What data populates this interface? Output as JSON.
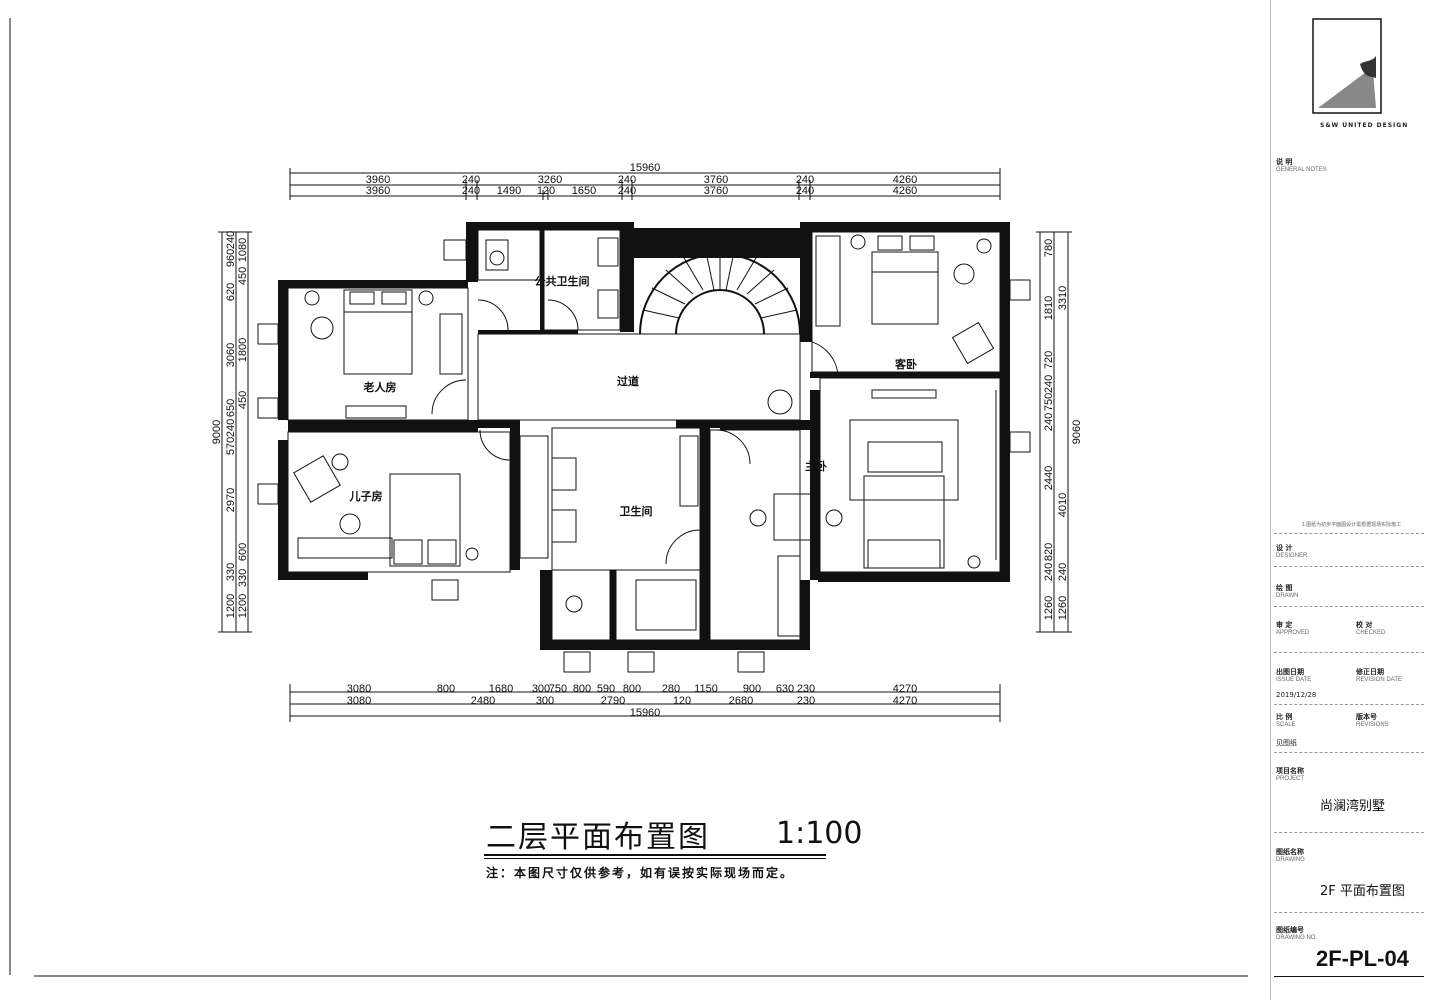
{
  "drawing": {
    "title": "二层平面布置图",
    "scale": "1:100",
    "note": "注：本图尺寸仅供参考，如有误按实际现场而定。"
  },
  "rooms": {
    "public_bath": "公共卫生间",
    "corridor": "过道",
    "guest_room": "客卧",
    "elder_room": "老人房",
    "child_room": "儿子房",
    "bathroom": "卫生间",
    "master_bedroom": "主卧"
  },
  "dimensions": {
    "top_total": "15960",
    "top_row1": [
      "3960",
      "240",
      "3260",
      "240",
      "3760",
      "240",
      "4260"
    ],
    "top_row2": [
      "3960",
      "240",
      "1490",
      "120",
      "1650",
      "240",
      "3760",
      "240",
      "4260"
    ],
    "bottom_row1": [
      "3080",
      "800",
      "1680",
      "300",
      "750",
      "800",
      "590",
      "800",
      "280",
      "1150",
      "900",
      "630",
      "230",
      "4270"
    ],
    "bottom_row2": [
      "3080",
      "2480",
      "300",
      "2790",
      "120",
      "2680",
      "230",
      "4270"
    ],
    "bottom_total": "15960",
    "left_total": "9000",
    "left_segments": [
      "240",
      "960",
      "1080",
      "620",
      "450",
      "1800",
      "3060",
      "450",
      "650",
      "240",
      "570",
      "2970",
      "330",
      "600",
      "1200",
      "330",
      "1200"
    ],
    "right_total": "9060",
    "right_segments": [
      "780",
      "1810",
      "3310",
      "720",
      "240",
      "750",
      "240",
      "2440",
      "4010",
      "820",
      "240",
      "240",
      "1260",
      "1260"
    ]
  },
  "title_block": {
    "company": "S&W UNITED DESIGN",
    "general_notes_cn": "说 明",
    "general_notes_en": "GENERAL NOTES",
    "small_note": "1.图纸为初步平面图设计需根据现场实际施工",
    "designer_cn": "设 计",
    "designer_en": "DESIGNER",
    "drawn_cn": "绘 图",
    "drawn_en": "DRAWN",
    "approved_cn": "审 定",
    "approved_en": "APPROVED",
    "checked_cn": "校 对",
    "checked_en": "CHECKED",
    "issue_date_cn": "出图日期",
    "issue_date_en": "ISSUE DATE",
    "issue_date_val": "2019/12/28",
    "revision_date_cn": "修正日期",
    "revision_date_en": "REVISION DATE",
    "scale_cn": "比 例",
    "scale_en": "SCALE",
    "revisions_cn": "版本号",
    "revisions_en": "REVISIONS",
    "scale_val": "见图纸",
    "project_cn": "项目名称",
    "project_en": "PROJECT",
    "project_name": "尚澜湾别墅",
    "drawing_cn": "图纸名称",
    "drawing_en": "DRAWING",
    "drawing_name": "2F 平面布置图",
    "drawing_no_cn": "图纸编号",
    "drawing_no_en": "DRAWING NO.",
    "drawing_no": "2F-PL-04"
  }
}
